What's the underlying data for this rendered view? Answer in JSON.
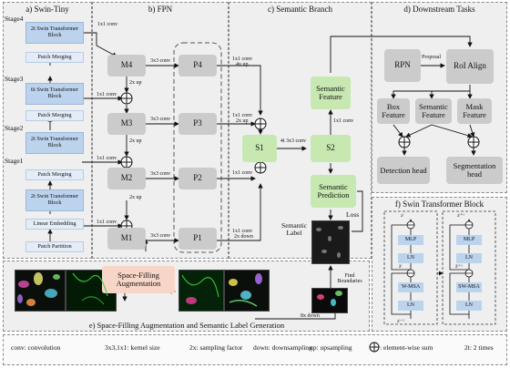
{
  "panels": {
    "swin_tiny": "a) Swin-Tiny",
    "fpn": "b) FPN",
    "semantic": "c) Semantic Branch",
    "downstream": "d) Downstream Tasks",
    "swin_block": "f) Swin Transformer Block",
    "space_filling": "e) Space-Filling Augmentation and Semantic Label Generation"
  },
  "swin_tiny": {
    "stage4": "Stage4",
    "stage3": "Stage3",
    "stage2": "Stage2",
    "stage1": "Stage1",
    "block4": "2t Swin Transformer Block",
    "merge4": "Patch Merging",
    "block3": "6t Swin Transformer Block",
    "merge3": "Patch Merging",
    "block2": "2t Swin Transformer Block",
    "merge2": "Patch Merging",
    "block1": "2t Swin Transformer Block",
    "embed": "Linear Embedding",
    "partition": "Patch Partition"
  },
  "fpn": {
    "m4": "M4",
    "m3": "M3",
    "m2": "M2",
    "m1": "M1",
    "p4": "P4",
    "p3": "P3",
    "p2": "P2",
    "p1": "P1",
    "conv1x1": "1x1 conv",
    "conv3x3": "3x3 conv",
    "up2x": "2x up"
  },
  "semantic": {
    "s1": "S1",
    "s2": "S2",
    "sem_feature": "Semantic Feature",
    "sem_pred": "Semantic Prediction",
    "sem_label": "Semantic Label",
    "loss": "Loss",
    "conv1x1": "1x1 conv",
    "up4x": "4x up",
    "up2x": "2x up",
    "down2x": "2x down",
    "conv4t": "4t 3x3 conv",
    "find_boundaries": "Find Boundaries",
    "down8x": "8x down"
  },
  "downstream": {
    "rpn": "RPN",
    "proposal": "Proposal",
    "roi_align": "RoI Align",
    "box_feature": "Box Feature",
    "semantic_feature": "Semantic Feature",
    "mask_feature": "Mask Feature",
    "detection_head": "Detection head",
    "segmentation_head": "Segmentation head"
  },
  "augment": {
    "label": "Space-Filling Augmentation"
  },
  "swin_block": {
    "mlp": "MLP",
    "ln": "LN",
    "wmsa": "W-MSA",
    "swmsa": "SW-MSA",
    "z_l_minus1": "zˡ⁻¹",
    "z_hat_l": "ẑˡ",
    "z_l": "zˡ",
    "z_hat_l1": "ẑˡ⁺¹",
    "z_l1": "zˡ⁺¹"
  },
  "legend": {
    "conv": "conv: convolution",
    "kernel": "3x3,1x1: kernel size",
    "sampling": "2x: sampling factor",
    "down": "down: downsampling",
    "up": "up: upsampling",
    "sum": ": element-wise sum",
    "times": "2t: 2 times"
  }
}
